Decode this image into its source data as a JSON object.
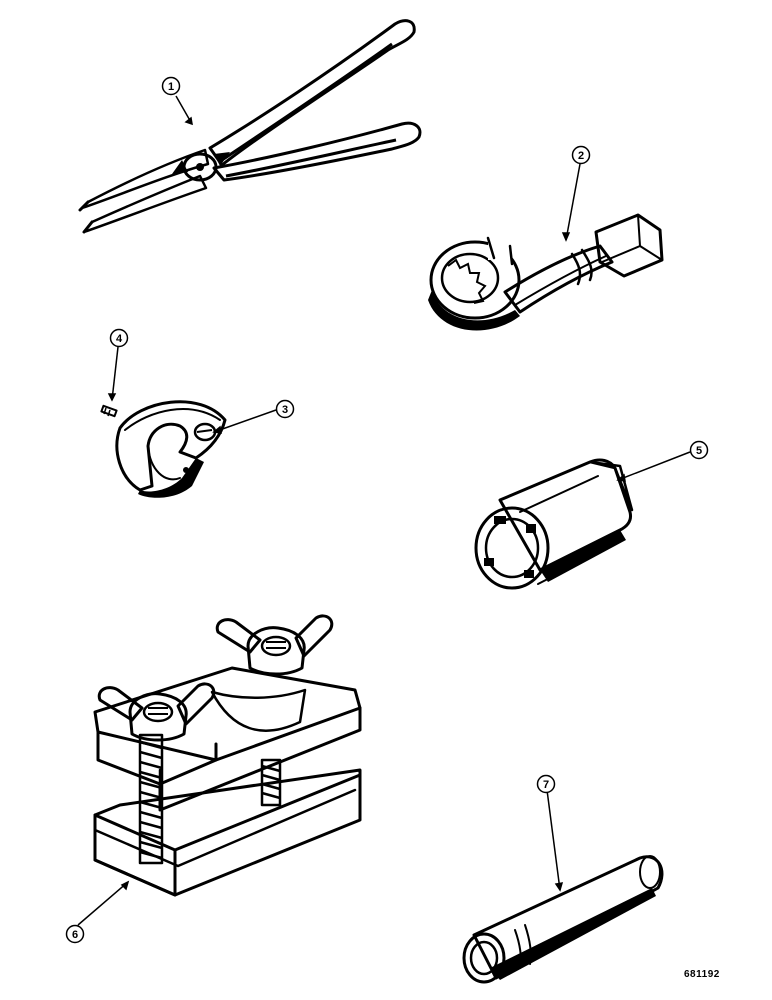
{
  "figure_id": "681192",
  "callouts": {
    "c1": "1",
    "c2": "2",
    "c3": "3",
    "c4": "4",
    "c5": "5",
    "c6": "6",
    "c7": "7"
  },
  "parts": {
    "p1": "snap-ring-pliers",
    "p2": "flare-nut-socket",
    "p3": "clamp-jaw",
    "p4": "pin",
    "p5": "spanner-socket",
    "p6": "wing-nut-clamp-fixture",
    "p7": "tube-socket"
  },
  "colors": {
    "ink": "#000000",
    "paper": "#ffffff"
  }
}
